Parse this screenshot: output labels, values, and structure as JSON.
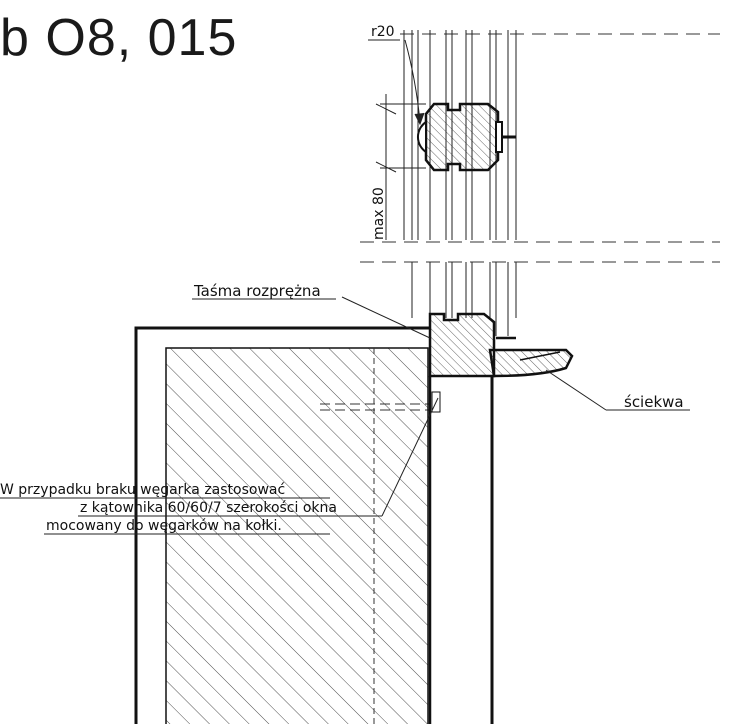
{
  "title": "b  O8, 015",
  "labels": {
    "radius": "r20",
    "max_dim": "max 80",
    "tape": "Taśma  rozprężna",
    "drip": "ściekwa",
    "note_line1": "W  przypadku  braku  węgarka  zastosować",
    "note_line2": "z  kątownika  60/60/7  szerokości  okna",
    "note_line3": "mocowany  do  węgarków  na  kołki."
  },
  "colors": {
    "ink": "#111111",
    "background": "#ffffff"
  }
}
